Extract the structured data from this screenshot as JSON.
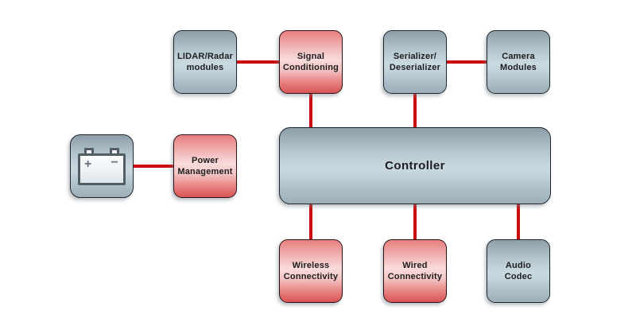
{
  "diagram": {
    "background": "#ffffff",
    "nodes": {
      "battery": {
        "icon": "car-battery",
        "plus_symbol": "+",
        "minus_symbol": "−",
        "style": "gray"
      },
      "lidar": {
        "label": "LIDAR/Radar\nmodules",
        "style": "gray"
      },
      "signal": {
        "label": "Signal\nConditioning",
        "style": "red"
      },
      "serdes": {
        "label": "Serializer/\nDeserializer",
        "style": "gray"
      },
      "camera": {
        "label": "Camera\nModules",
        "style": "gray"
      },
      "power": {
        "label": "Power\nManagement",
        "style": "red"
      },
      "controller": {
        "label": "Controller",
        "style": "gray"
      },
      "wireless": {
        "label": "Wireless\nConnectivity",
        "style": "red"
      },
      "wired": {
        "label": "Wired\nConnectivity",
        "style": "red"
      },
      "audio": {
        "label": "Audio\nCodec",
        "style": "gray"
      }
    },
    "edges": [
      {
        "from": "lidar",
        "to": "signal"
      },
      {
        "from": "serdes",
        "to": "camera"
      },
      {
        "from": "battery",
        "to": "power"
      },
      {
        "from": "signal",
        "to": "controller"
      },
      {
        "from": "serdes",
        "to": "controller"
      },
      {
        "from": "controller",
        "to": "wireless"
      },
      {
        "from": "controller",
        "to": "wired"
      },
      {
        "from": "controller",
        "to": "audio"
      }
    ],
    "colors": {
      "connector_red": "#c90d0d",
      "gray_node_dark": "#8d9ea8",
      "gray_node_light": "#c9d9e0",
      "red_node_dark": "#d95454",
      "red_node_light": "#f9dbdb",
      "node_border": "#20262b",
      "label_text": "#1d1d1f"
    }
  }
}
